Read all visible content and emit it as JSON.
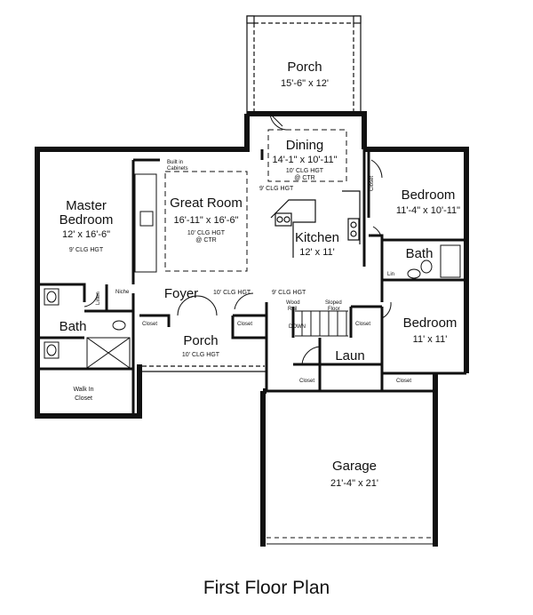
{
  "plan_title": "First Floor Plan",
  "rooms": {
    "porch_rear": {
      "name": "Porch",
      "size": "15'-6\" x 12'"
    },
    "dining": {
      "name": "Dining",
      "size": "14'-1\" x 10'-11\"",
      "ceiling_1": "10' CLG HGT",
      "ceiling_2": "@ CTR"
    },
    "great_room": {
      "name": "Great Room",
      "size": "16'-11\" x 16'-6\"",
      "ceiling_1": "10' CLG HGT",
      "ceiling_2": "@ CTR"
    },
    "master_bedroom": {
      "name_1": "Master",
      "name_2": "Bedroom",
      "size": "12' x 16'-6\"",
      "ceiling": "9' CLG HGT"
    },
    "kitchen": {
      "name": "Kitchen",
      "size": "12' x 11'"
    },
    "bedroom_1": {
      "name": "Bedroom",
      "size": "11'-4\" x 10'-11\""
    },
    "bath_right": {
      "name": "Bath"
    },
    "bedroom_2": {
      "name": "Bedroom",
      "size": "11' x 11'"
    },
    "foyer": {
      "name": "Foyer"
    },
    "bath_left": {
      "name": "Bath"
    },
    "porch_front": {
      "name": "Porch",
      "ceiling": "10' CLG HGT"
    },
    "laundry": {
      "name": "Laun"
    },
    "garage": {
      "name": "Garage",
      "size": "21'-4\" x 21'"
    },
    "walk_in_closet": {
      "name_1": "Walk In",
      "name_2": "Closet"
    }
  },
  "labels": {
    "built_in_1": "Built in",
    "built_in_2": "Cabinets",
    "clg_9_great": "9' CLG HGT",
    "clg_10_foyer": "10' CLG HGT",
    "clg_9_hall": "9' CLG HGT",
    "closet": "Closet",
    "linen": "Linen",
    "niche": "Niche",
    "lin": "Lin",
    "wood_1": "Wood",
    "wood_2": "Rail",
    "sloped_1": "Sloped",
    "sloped_2": "Floor",
    "down": "DOWN"
  }
}
